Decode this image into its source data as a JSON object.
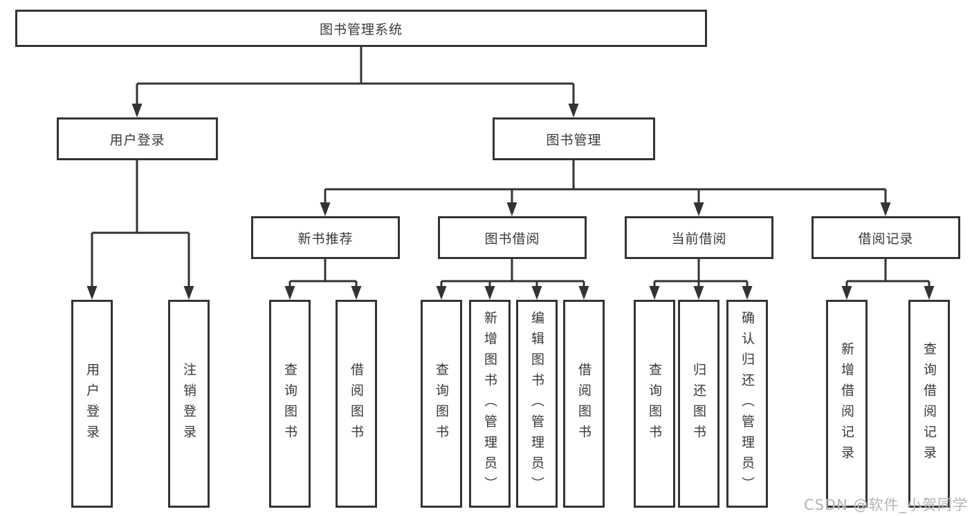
{
  "diagram": {
    "root": {
      "label": "图书管理系统"
    },
    "level1": {
      "user_login": {
        "label": "用户登录"
      },
      "book_mgmt": {
        "label": "图书管理"
      }
    },
    "modules": {
      "new_book": {
        "label": "新书推荐"
      },
      "book_borrow": {
        "label": "图书借阅"
      },
      "current_borrow": {
        "label": "当前借阅"
      },
      "borrow_record": {
        "label": "借阅记录"
      }
    },
    "leaves": {
      "user_login": {
        "label": "用户登录"
      },
      "logout": {
        "label": "注销登录"
      },
      "nb_query_books": {
        "label": "查询图书"
      },
      "nb_borrow_books": {
        "label": "借阅图书"
      },
      "bb_query_books": {
        "label": "查询图书"
      },
      "bb_add_books_admin": {
        "label": "新增图书（管理员）"
      },
      "bb_edit_books_admin": {
        "label": "编辑图书（管理员）"
      },
      "bb_borrow_books": {
        "label": "借阅图书"
      },
      "cb_query_books": {
        "label": "查询图书"
      },
      "cb_return_books": {
        "label": "归还图书"
      },
      "cb_confirm_return_admin": {
        "label": "确认归还（管理员）"
      },
      "br_add_record": {
        "label": "新增借阅记录"
      },
      "br_query_record": {
        "label": "查询借阅记录"
      }
    }
  },
  "watermark": {
    "text": "CSDN @软件_小贺同学"
  },
  "colors": {
    "line": "#333333",
    "text": "#383838",
    "watermark": "#b3b3b3",
    "background": "#ffffff"
  }
}
